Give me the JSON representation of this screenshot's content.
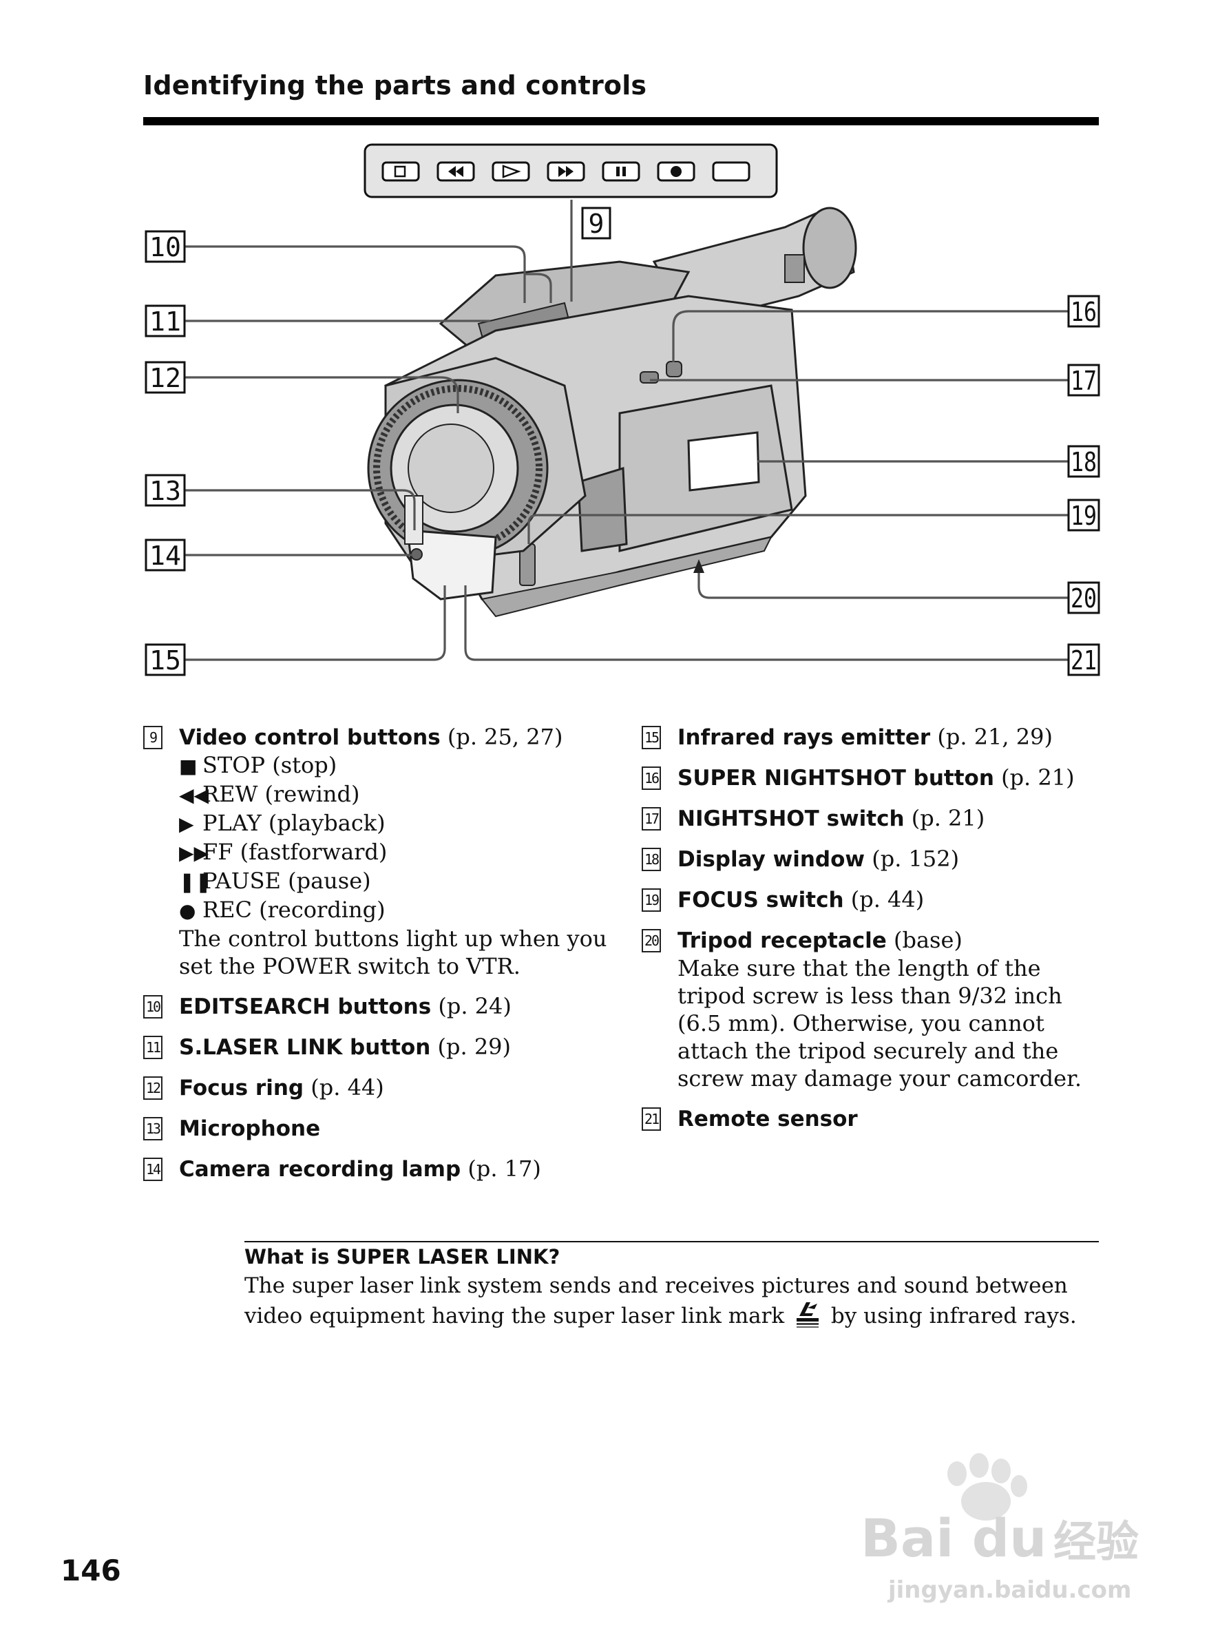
{
  "header": {
    "title": "Identifying the parts and controls"
  },
  "callouts": [
    "9",
    "10",
    "11",
    "12",
    "13",
    "14",
    "15",
    "16",
    "17",
    "18",
    "19",
    "20",
    "21"
  ],
  "control_panel": {
    "buttons": [
      "stop-icon",
      "rewind-icon",
      "play-icon",
      "fastforward-icon",
      "pause-icon",
      "record-icon",
      "blank-button"
    ]
  },
  "entries_left": [
    {
      "num": "9",
      "term": "Video control buttons",
      "ref": " (p. 25, 27)",
      "lines": [
        {
          "sym": "■",
          "icon": "stop-icon",
          "text": "STOP (stop)"
        },
        {
          "sym": "◀◀",
          "icon": "rewind-icon",
          "text": "REW (rewind)"
        },
        {
          "sym": "▶",
          "icon": "play-icon",
          "text": "PLAY (playback)"
        },
        {
          "sym": "▶▶",
          "icon": "fastforward-icon",
          "text": "FF (fastforward)"
        },
        {
          "sym": "❚❚",
          "icon": "pause-icon",
          "text": "PAUSE (pause)"
        },
        {
          "sym": "●",
          "icon": "record-icon",
          "text": "REC (recording)"
        }
      ],
      "note": "The control buttons light up when you set the POWER switch to VTR."
    },
    {
      "num": "10",
      "term": "EDITSEARCH buttons",
      "ref": " (p. 24)"
    },
    {
      "num": "11",
      "term": "S.LASER LINK button",
      "ref": " (p. 29)"
    },
    {
      "num": "12",
      "term": "Focus ring",
      "ref": " (p. 44)"
    },
    {
      "num": "13",
      "term": "Microphone",
      "ref": ""
    },
    {
      "num": "14",
      "term": "Camera recording lamp",
      "ref": " (p. 17)"
    }
  ],
  "entries_right": [
    {
      "num": "15",
      "term": "Infrared rays emitter",
      "ref": " (p. 21, 29)"
    },
    {
      "num": "16",
      "term": "SUPER NIGHTSHOT button",
      "ref": " (p. 21)"
    },
    {
      "num": "17",
      "term": "NIGHTSHOT switch",
      "ref": " (p. 21)"
    },
    {
      "num": "18",
      "term": "Display window",
      "ref": " (p. 152)"
    },
    {
      "num": "19",
      "term": "FOCUS switch",
      "ref": " (p. 44)"
    },
    {
      "num": "20",
      "term": "Tripod receptacle",
      "ref": " (base)",
      "note": "Make sure that the length of the tripod screw is less than 9/32 inch (6.5 mm). Otherwise, you cannot attach the tripod securely and the screw may damage your camcorder."
    },
    {
      "num": "21",
      "term": "Remote sensor",
      "ref": ""
    }
  ],
  "note_box": {
    "title": "What is SUPER LASER LINK?",
    "text_before": "The super laser link system sends and receives pictures and sound between video equipment having the super laser link mark ",
    "text_after": " by using infrared rays.",
    "mark_icon": "super-laser-link-mark-icon"
  },
  "page_number": "146",
  "watermark": {
    "brand": "Bai du",
    "cn": "经验",
    "url": "jingyan.baidu.com"
  }
}
